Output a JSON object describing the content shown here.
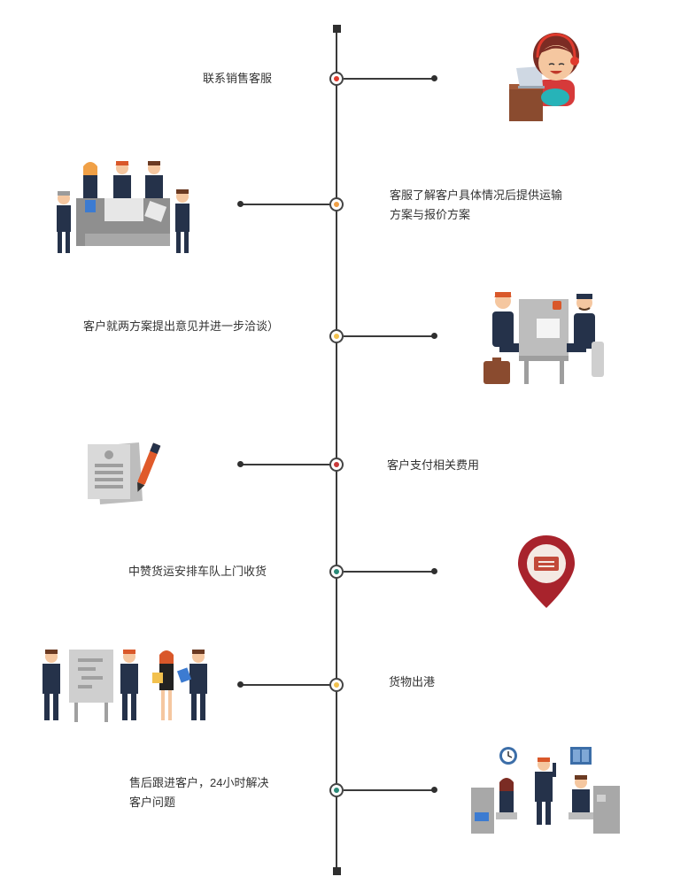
{
  "steps": [
    {
      "text": "联系销售客服",
      "dot_color": "#e03a2d",
      "icon": "customer-service-icon"
    },
    {
      "text": "客服了解客户具体情况后提供运输方案与报价方案",
      "line1": "客服了解客户具体情况后提供运输",
      "line2": "方案与报价方案",
      "dot_color": "#f0a046",
      "icon": "team-meeting-icon"
    },
    {
      "text": "客户就两方案提出意见并进一步洽谈）",
      "dot_color": "#f2c14e",
      "icon": "negotiation-icon"
    },
    {
      "text": "客户支付相关费用",
      "dot_color": "#c93a3a",
      "icon": "documents-pen-icon"
    },
    {
      "text": "中赞货运安排车队上门收货",
      "dot_color": "#2a8a78",
      "icon": "location-pin-icon"
    },
    {
      "text": "货物出港",
      "dot_color": "#f2c14e",
      "icon": "presentation-team-icon"
    },
    {
      "text": "售后跟进客户，24小时解决客户问题",
      "line1": "售后跟进客户，24小时解决",
      "line2": "客户问题",
      "dot_color": "#2a8a78",
      "icon": "office-support-icon"
    }
  ],
  "colors": {
    "line": "#3a3a3a",
    "navy": "#25324a",
    "hair": "#d9582a",
    "skin": "#f5c7a0",
    "gray": "#9b9b9b",
    "red": "#a8232c"
  }
}
